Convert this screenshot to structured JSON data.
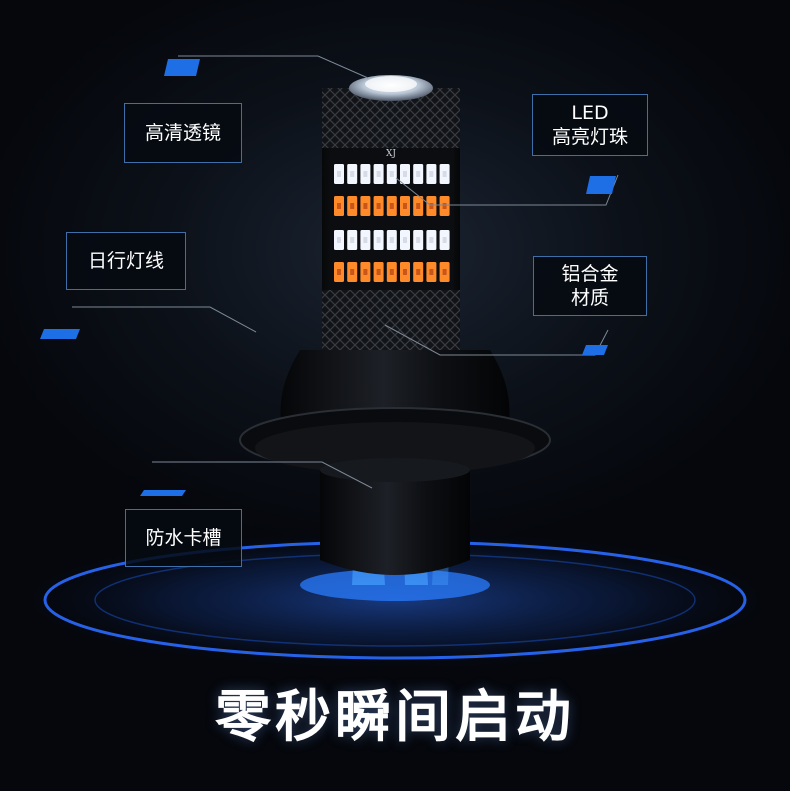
{
  "callouts": {
    "lens": "高清透镜",
    "led": "LED\n高亮灯珠",
    "drl": "日行灯线",
    "alloy": "铝合金\n材质",
    "slot": "防水卡槽"
  },
  "headline": "零秒瞬间启动",
  "bulb_marking": "XJ",
  "colors": {
    "accent_blue": "#1e6ee6",
    "frame_blue": "#3f6fa8",
    "led_white": "#f2f6ff",
    "led_amber": "#ff8a2a"
  }
}
